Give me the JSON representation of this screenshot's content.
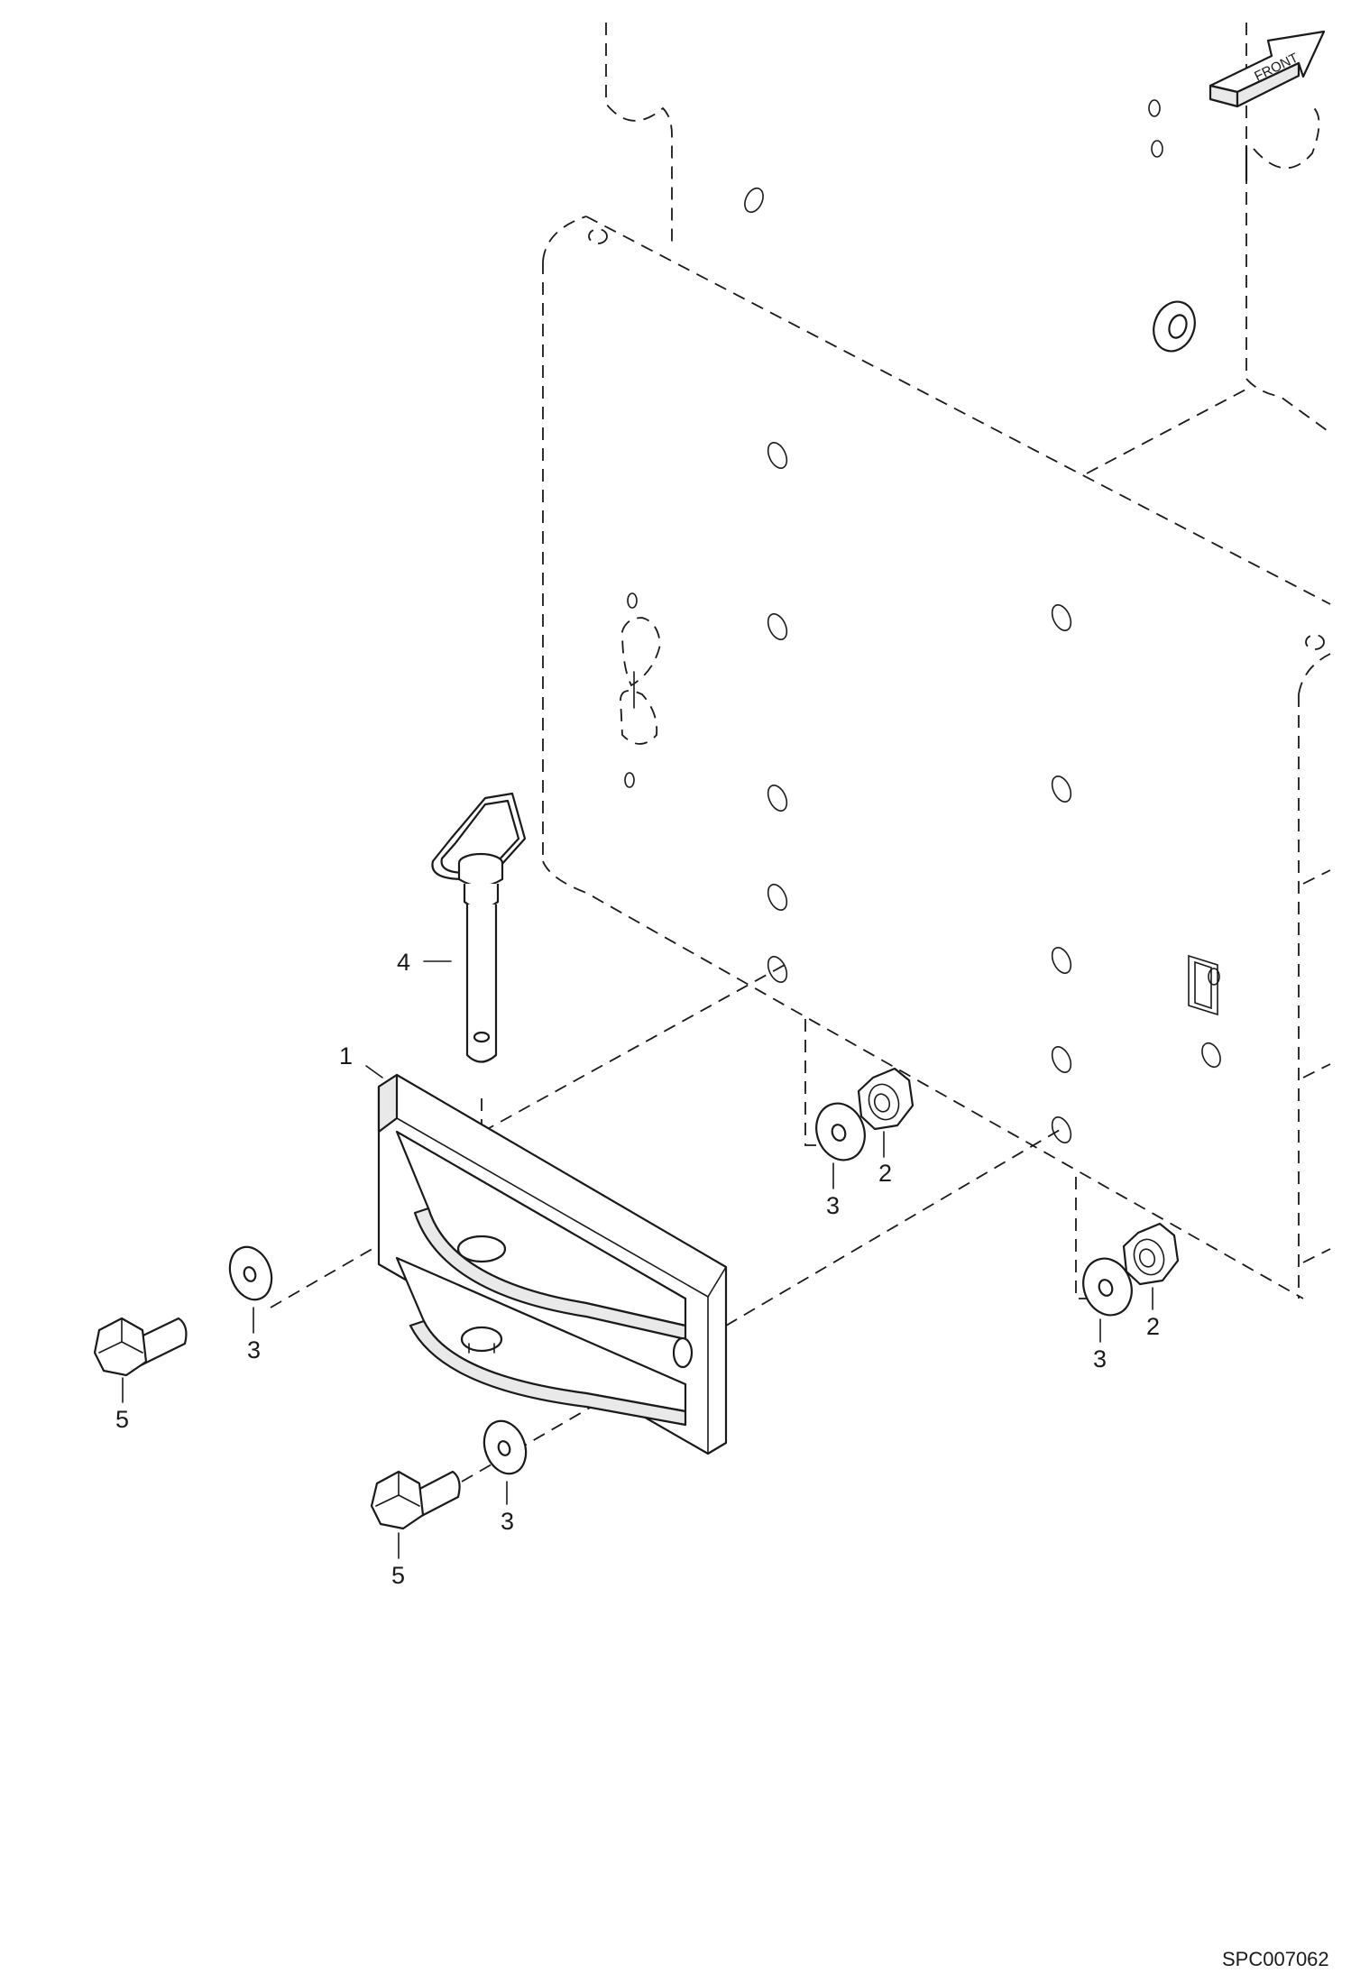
{
  "diagram": {
    "front_arrow_text": "FRONT",
    "drawing_code": "SPC007062",
    "callouts": [
      {
        "id": "c1",
        "text": "1"
      },
      {
        "id": "c4",
        "text": "4"
      },
      {
        "id": "c2a",
        "text": "2"
      },
      {
        "id": "c3a",
        "text": "3"
      },
      {
        "id": "c2b",
        "text": "2"
      },
      {
        "id": "c3b",
        "text": "3"
      },
      {
        "id": "c3c",
        "text": "3"
      },
      {
        "id": "c5a",
        "text": "5"
      },
      {
        "id": "c3d",
        "text": "3"
      },
      {
        "id": "c5b",
        "text": "5"
      }
    ]
  }
}
